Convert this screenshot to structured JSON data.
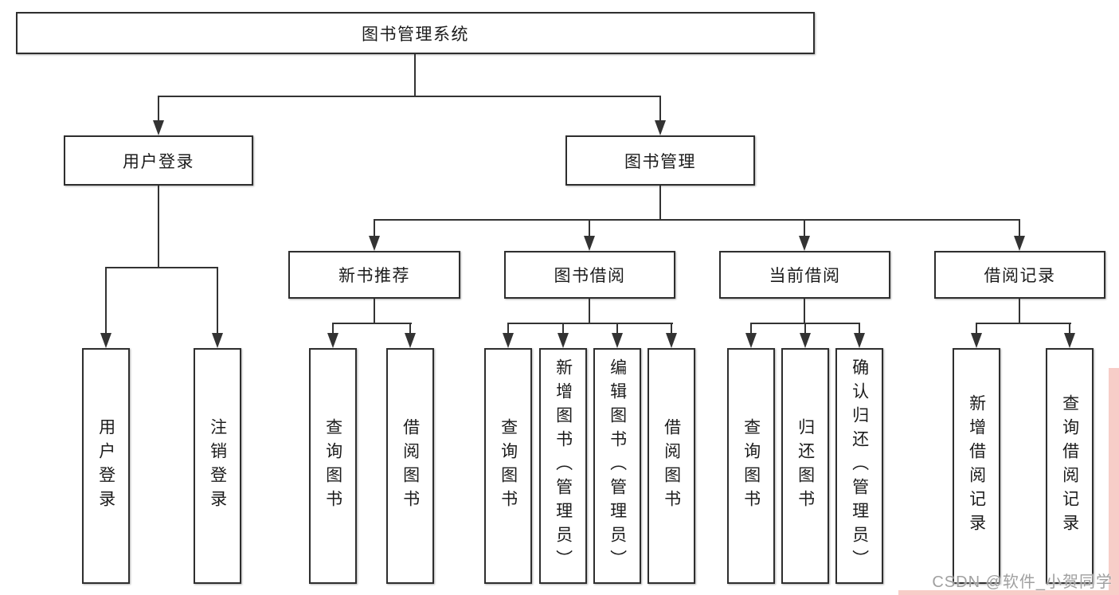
{
  "diagram": {
    "root_label": "图书管理系统",
    "level1": {
      "login": "用户登录",
      "management": "图书管理"
    },
    "level2": {
      "recommend": "新书推荐",
      "borrow": "图书借阅",
      "current": "当前借阅",
      "records": "借阅记录"
    },
    "leaves": {
      "login": [
        "用户登录",
        "注销登录"
      ],
      "recommend": [
        "查询图书",
        "借阅图书"
      ],
      "borrow": [
        "查询图书",
        "新增图书（管理员）",
        "编辑图书（管理员）",
        "借阅图书"
      ],
      "current": [
        "查询图书",
        "归还图书",
        "确认归还（管理员）"
      ],
      "records": [
        "新增借阅记录",
        "查询借阅记录"
      ]
    }
  },
  "watermark": {
    "text": "CSDN @软件_小贺同学"
  },
  "colors": {
    "line": "#333333",
    "box_border": "#2e2e2e",
    "text": "#1c1c1c",
    "watermark_text": "#a0a0a0",
    "watermark_accent": "#f7cdc8",
    "background": "#ffffff"
  }
}
